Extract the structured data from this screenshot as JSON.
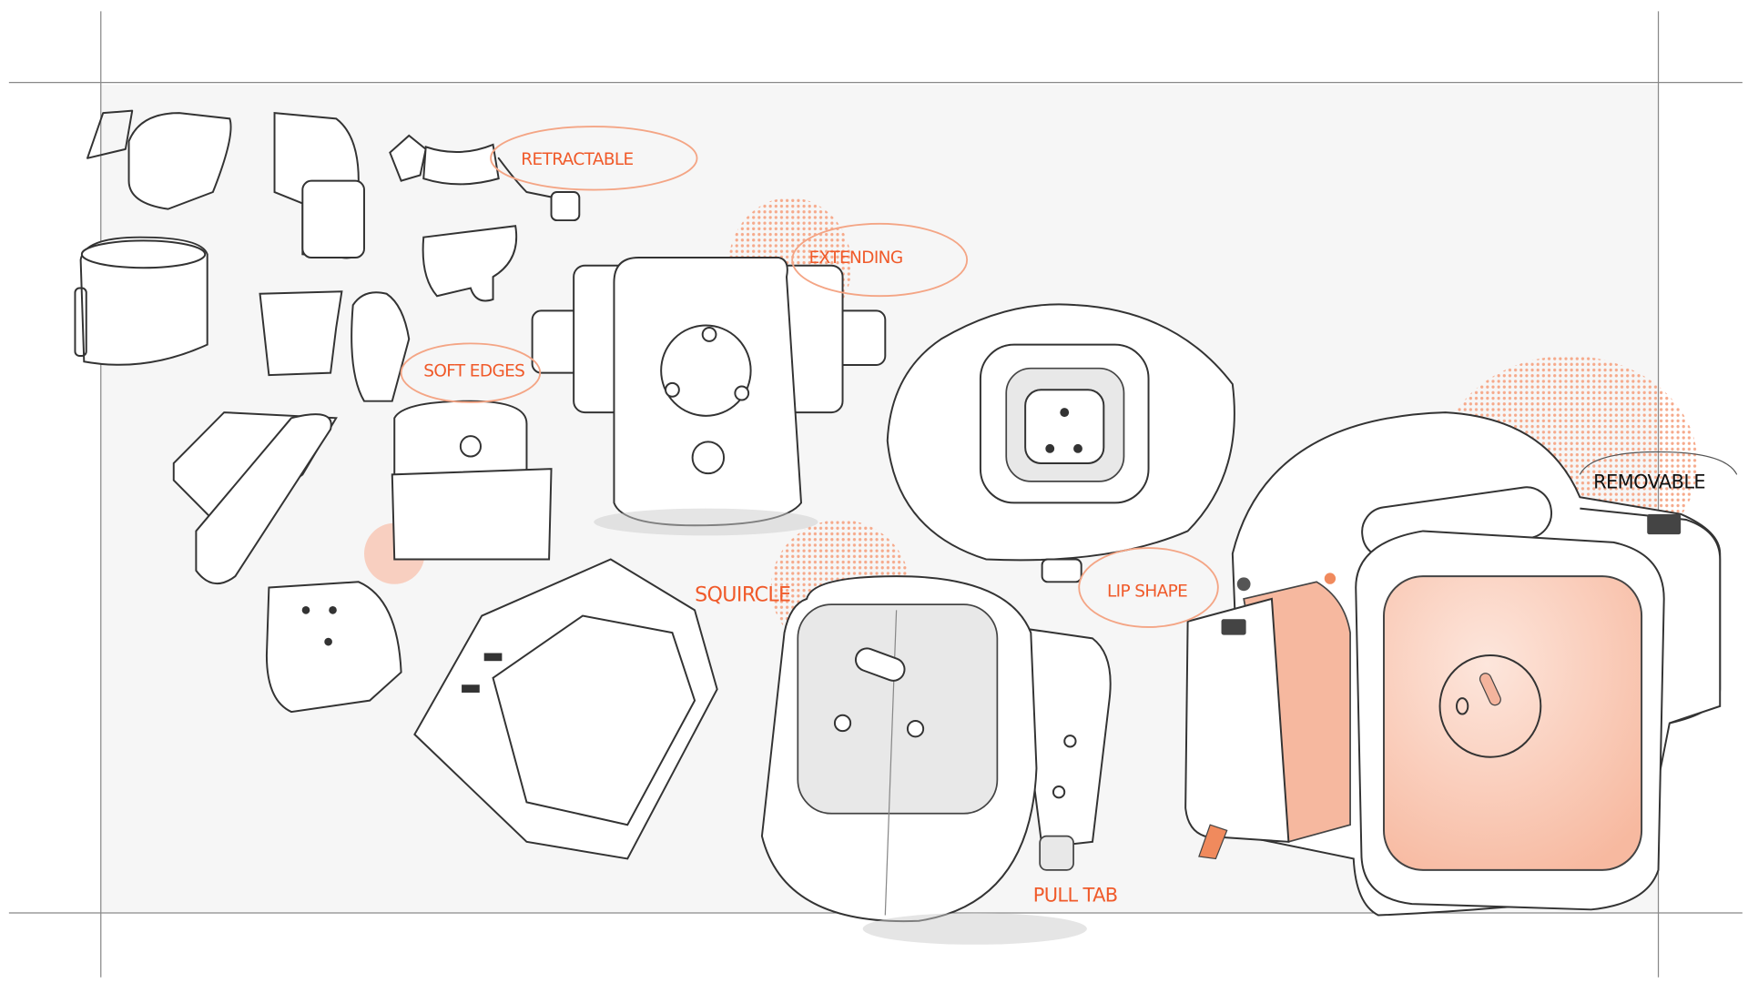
{
  "annotations": {
    "retractable": "RETRACTABLE",
    "extending": "EXTENDING",
    "soft_edges": "SOFT EDGES",
    "squircle": "SQUIRCLE",
    "lip_shape": "LIP SHAPE",
    "pull_tab": "PULL TAB",
    "removable": "REMOVABLE"
  },
  "colors": {
    "accent": "#f05a2a",
    "accent_soft": "#f6b59a"
  }
}
